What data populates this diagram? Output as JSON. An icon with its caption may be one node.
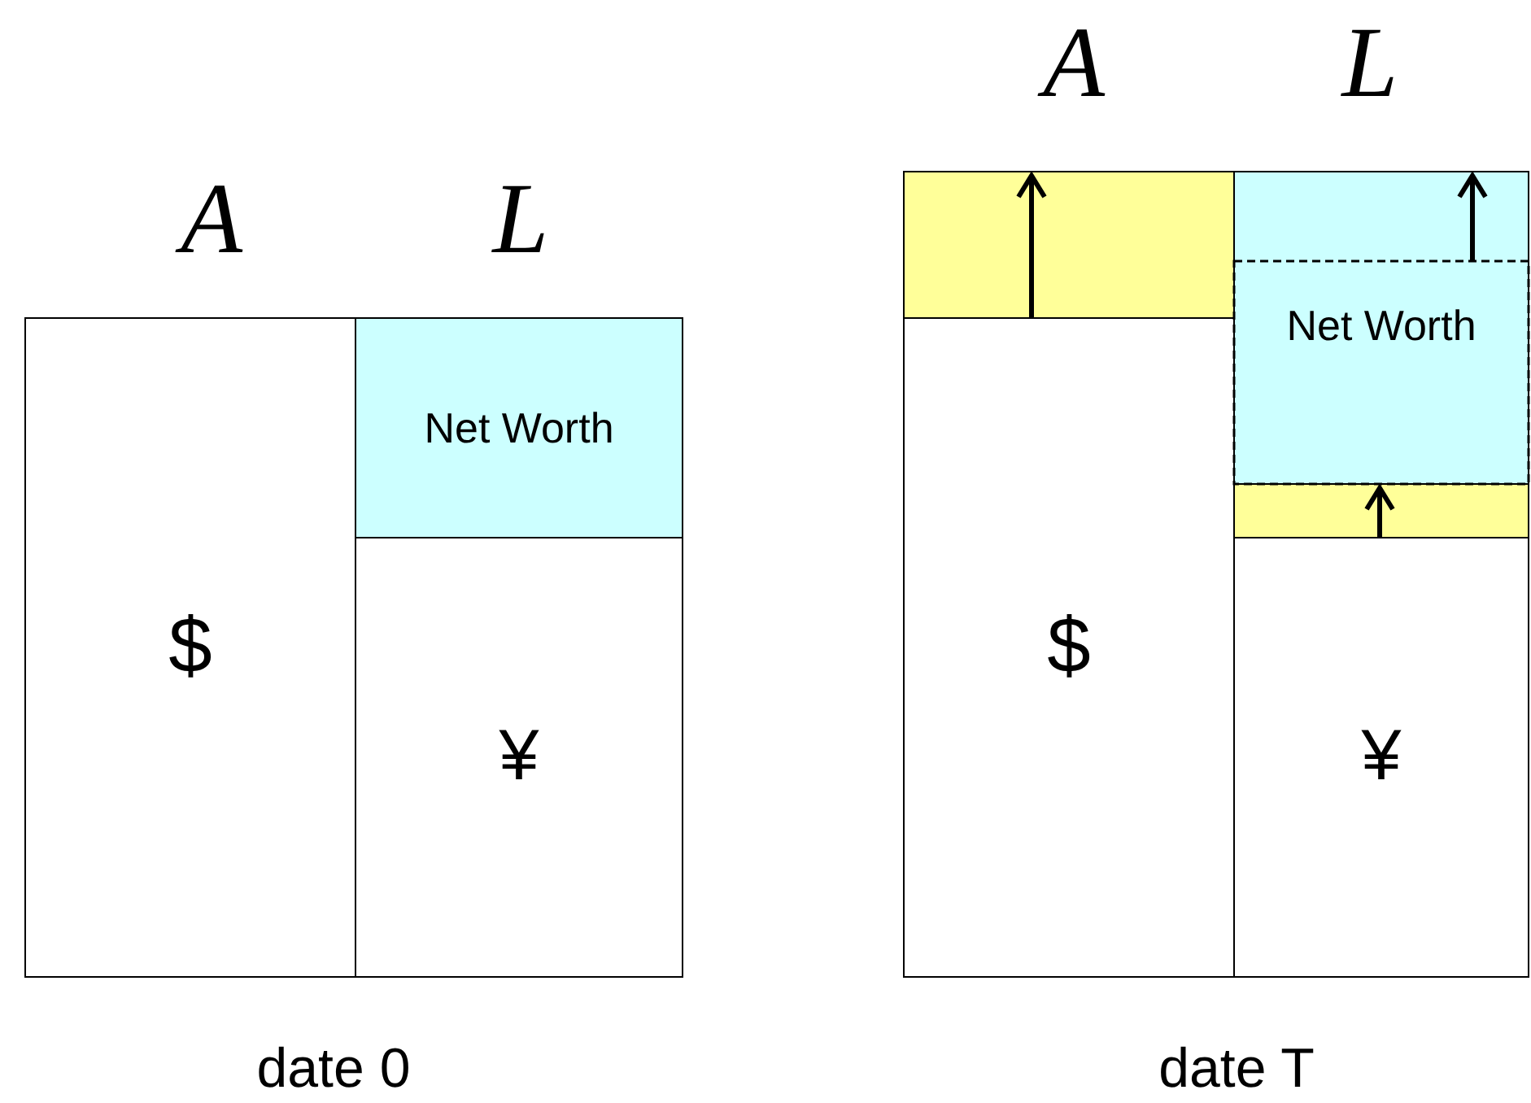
{
  "diagram": {
    "nodes": [
      {
        "text": [
          "$"
        ]
      },
      {
        "text": [
          "Net Worth"
        ]
      },
      {
        "text": [
          "¥"
        ]
      },
      {
        "text": [],
        "shape": "box"
      },
      {
        "text": [
          "$"
        ]
      },
      {
        "text": [
          "Net Worth"
        ]
      },
      {
        "text": [],
        "shape": "box"
      },
      {
        "text": [
          "¥"
        ]
      }
    ],
    "labels": [
      "A",
      "L",
      "A",
      "L",
      "date 0",
      "date T"
    ]
  }
}
